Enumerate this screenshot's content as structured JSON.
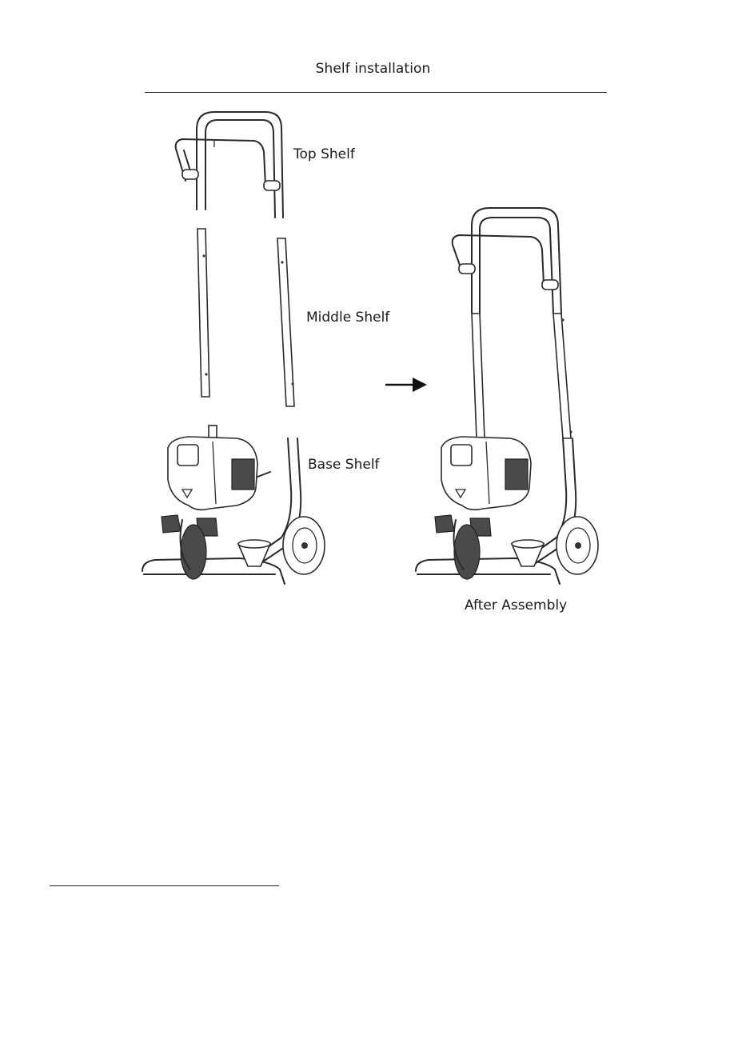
{
  "page": {
    "title": "Shelf  installation"
  },
  "labels": {
    "top_shelf": "Top Shelf",
    "middle_shelf": "Middle Shelf",
    "base_shelf": "Base Shelf",
    "after_assembly": "After Assembly"
  }
}
